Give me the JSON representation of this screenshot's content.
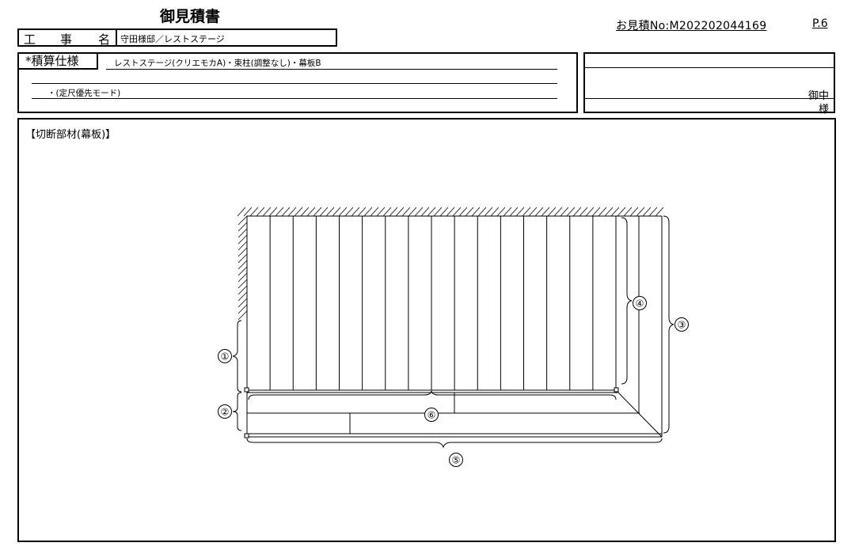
{
  "header": {
    "title": "御見積書",
    "quote_no": "お見積No:M202202044169",
    "page_no": "P.6"
  },
  "project": {
    "label_chars": [
      "工",
      "事",
      "名"
    ],
    "value": "守田様邸／レストステージ"
  },
  "spec": {
    "label": "*積算仕様",
    "line1": "レストステージ(クリエモカA)・束柱(調整なし)・幕板B",
    "line2": "・(定尺優先モード)"
  },
  "client": {
    "onchu": "御中",
    "sama": "様"
  },
  "section": {
    "title": "【切断部材(幕板)】"
  },
  "diagram": {
    "labels": [
      "①",
      "②",
      "③",
      "④",
      "⑤",
      "⑥"
    ]
  }
}
